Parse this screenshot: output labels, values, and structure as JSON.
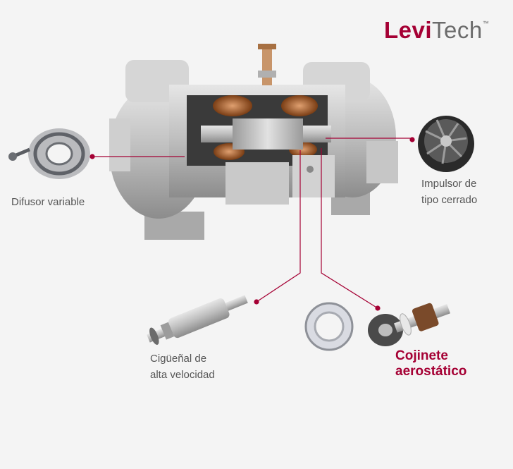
{
  "brand": {
    "part1": "Levi",
    "part2": "Tech",
    "trademark": "™"
  },
  "labels": {
    "difusor": "Difusor variable",
    "impulsor_line1": "Impulsor de",
    "impulsor_line2": "tipo cerrado",
    "ciguenal_line1": "Cigüeñal de",
    "ciguenal_line2": "alta velocidad",
    "cojinete_line1": "Cojinete",
    "cojinete_line2": "aerostático"
  },
  "colors": {
    "accent": "#a50034",
    "text": "#555555",
    "background": "#f4f4f4"
  },
  "icons": [
    "compressor-cutaway-icon",
    "variable-diffuser-icon",
    "closed-impeller-icon",
    "high-speed-crankshaft-icon",
    "aerostatic-bearing-icon"
  ]
}
